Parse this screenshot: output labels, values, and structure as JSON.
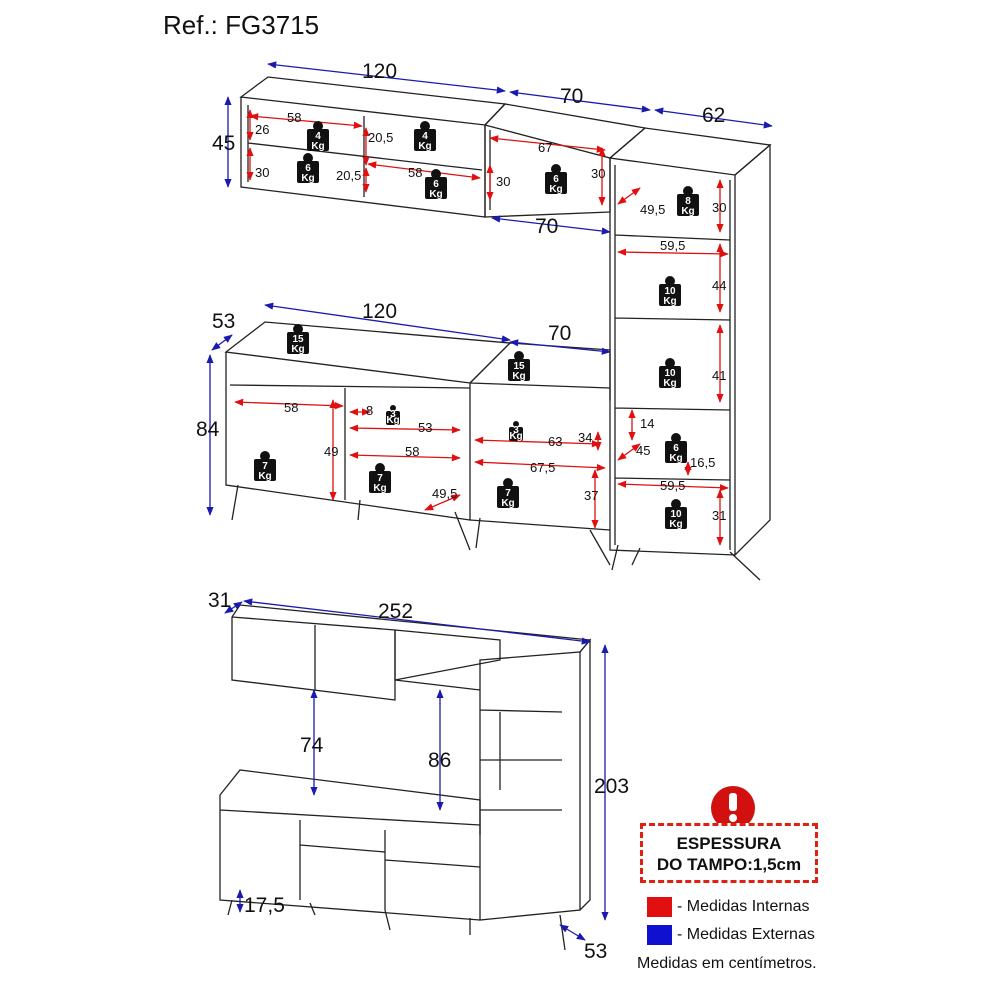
{
  "ref": "Ref.: FG3715",
  "ext_dims": [
    "120",
    "70",
    "62",
    "45",
    "70",
    "53",
    "120",
    "70",
    "84",
    "31",
    "252",
    "74",
    "86",
    "203",
    "17,5",
    "53"
  ],
  "int_dims": [
    "58",
    "26",
    "20,5",
    "30",
    "20,5",
    "58",
    "67",
    "30",
    "30",
    "49,5",
    "30",
    "59,5",
    "44",
    "41",
    "14",
    "45",
    "16,5",
    "59,5",
    "31",
    "58",
    "8",
    "53",
    "49",
    "58",
    "49,5",
    "63",
    "34",
    "67,5",
    "37"
  ],
  "weights": [
    "4",
    "4",
    "6",
    "6",
    "6",
    "8",
    "15",
    "15",
    "10",
    "10",
    "3",
    "3",
    "7",
    "7",
    "7",
    "6",
    "10"
  ],
  "weight_unit": "Kg",
  "warning": {
    "line1": "ESPESSURA",
    "line2": "DO TAMPO:1,5cm"
  },
  "legend": {
    "internal": "- Medidas Internas",
    "external": "- Medidas Externas",
    "note": "Medidas em centímetros."
  },
  "colors": {
    "internal": "#e01010",
    "external": "#1010d0",
    "warning": "#d21010",
    "weight": "#111111"
  }
}
